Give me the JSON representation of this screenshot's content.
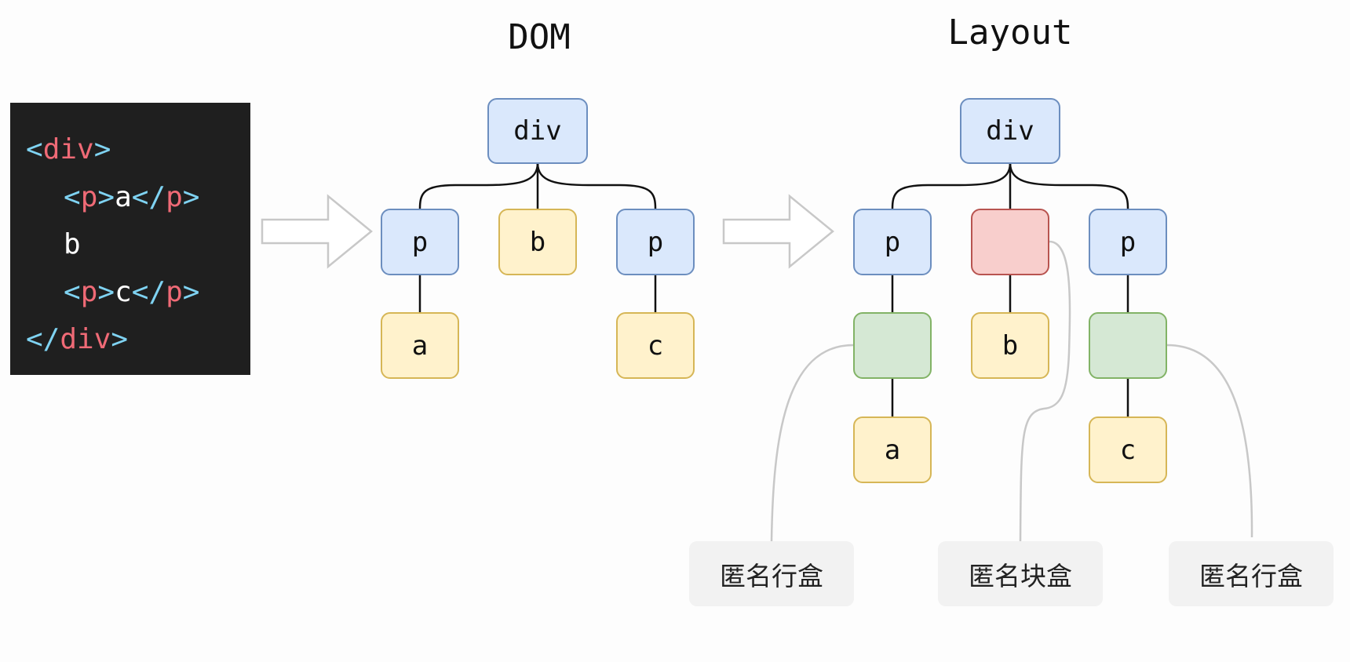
{
  "code": {
    "lines": [
      {
        "open": "<",
        "tag": "div",
        "close": ">"
      },
      {
        "p1_open": "<",
        "p1_tag": "p",
        "p1_close": ">",
        "text": "a",
        "p2_open": "</",
        "p2_tag": "p",
        "p2_close": ">"
      },
      {
        "text": "b"
      },
      {
        "p1_open": "<",
        "p1_tag": "p",
        "p1_close": ">",
        "text": "c",
        "p2_open": "</",
        "p2_tag": "p",
        "p2_close": ">"
      },
      {
        "open": "</",
        "tag": "div",
        "close": ">"
      }
    ]
  },
  "dom": {
    "title": "DOM",
    "nodes": {
      "root": "div",
      "p1": "p",
      "b": "b",
      "p2": "p",
      "a": "a",
      "c": "c"
    }
  },
  "layout": {
    "title": "Layout",
    "nodes": {
      "root": "div",
      "p1": "p",
      "anon_block": "",
      "p2": "p",
      "line1": "",
      "b": "b",
      "line2": "",
      "a": "a",
      "c": "c"
    },
    "callouts": {
      "left": "匿名行盒",
      "middle": "匿名块盒",
      "right": "匿名行盒"
    }
  },
  "colors": {
    "element": "#dae8fc",
    "text": "#fff2cc",
    "anonymous_line_box": "#d5e8d4",
    "anonymous_block_box": "#f8cecc"
  }
}
